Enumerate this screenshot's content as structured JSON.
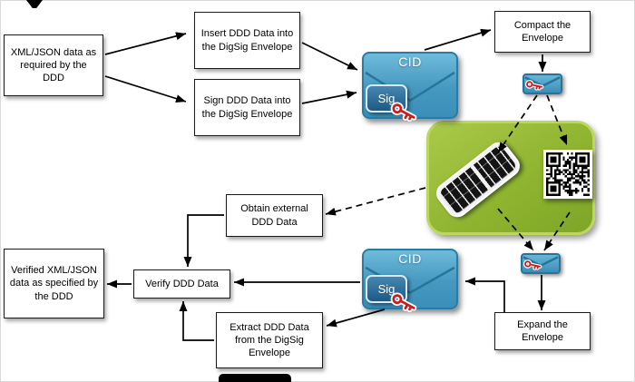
{
  "diagram": {
    "boxes": {
      "xml_json": {
        "label": "XML/JSON data as required by the DDD"
      },
      "insert": {
        "label": "Insert DDD Data into the DigSig Envelope"
      },
      "sign": {
        "label": "Sign DDD Data into the DigSig Envelope"
      },
      "compact": {
        "label": "Compact the Envelope"
      },
      "obtain": {
        "label": "Obtain external DDD Data"
      },
      "verify": {
        "label": "Verify DDD Data"
      },
      "verified": {
        "label": "Verified XML/JSON data as specified by the DDD"
      },
      "extract": {
        "label": "Extract DDD Data from the DigSig Envelope"
      },
      "expand": {
        "label": "Expand the Envelope"
      }
    },
    "envelope": {
      "cid_label": "CID",
      "sig_label": "Sig"
    },
    "icons": {
      "key": "key-icon",
      "sealed_envelope": "sealed-envelope-icon",
      "barcode": "barcode-icon",
      "qr": "qr-code-icon"
    },
    "colors": {
      "envelope_blue_light": "#6ebbdb",
      "envelope_blue_dark": "#3a8fb8",
      "envelope_border": "#26749c",
      "sig_badge_fill": "#1d5a85",
      "sig_badge_border": "#d9e8f3",
      "green_panel": "#8db32e",
      "green_panel_border": "#bcd75e",
      "key_red": "#c81e1e",
      "arrow_black": "#000000",
      "box_background": "#ffffff"
    }
  }
}
